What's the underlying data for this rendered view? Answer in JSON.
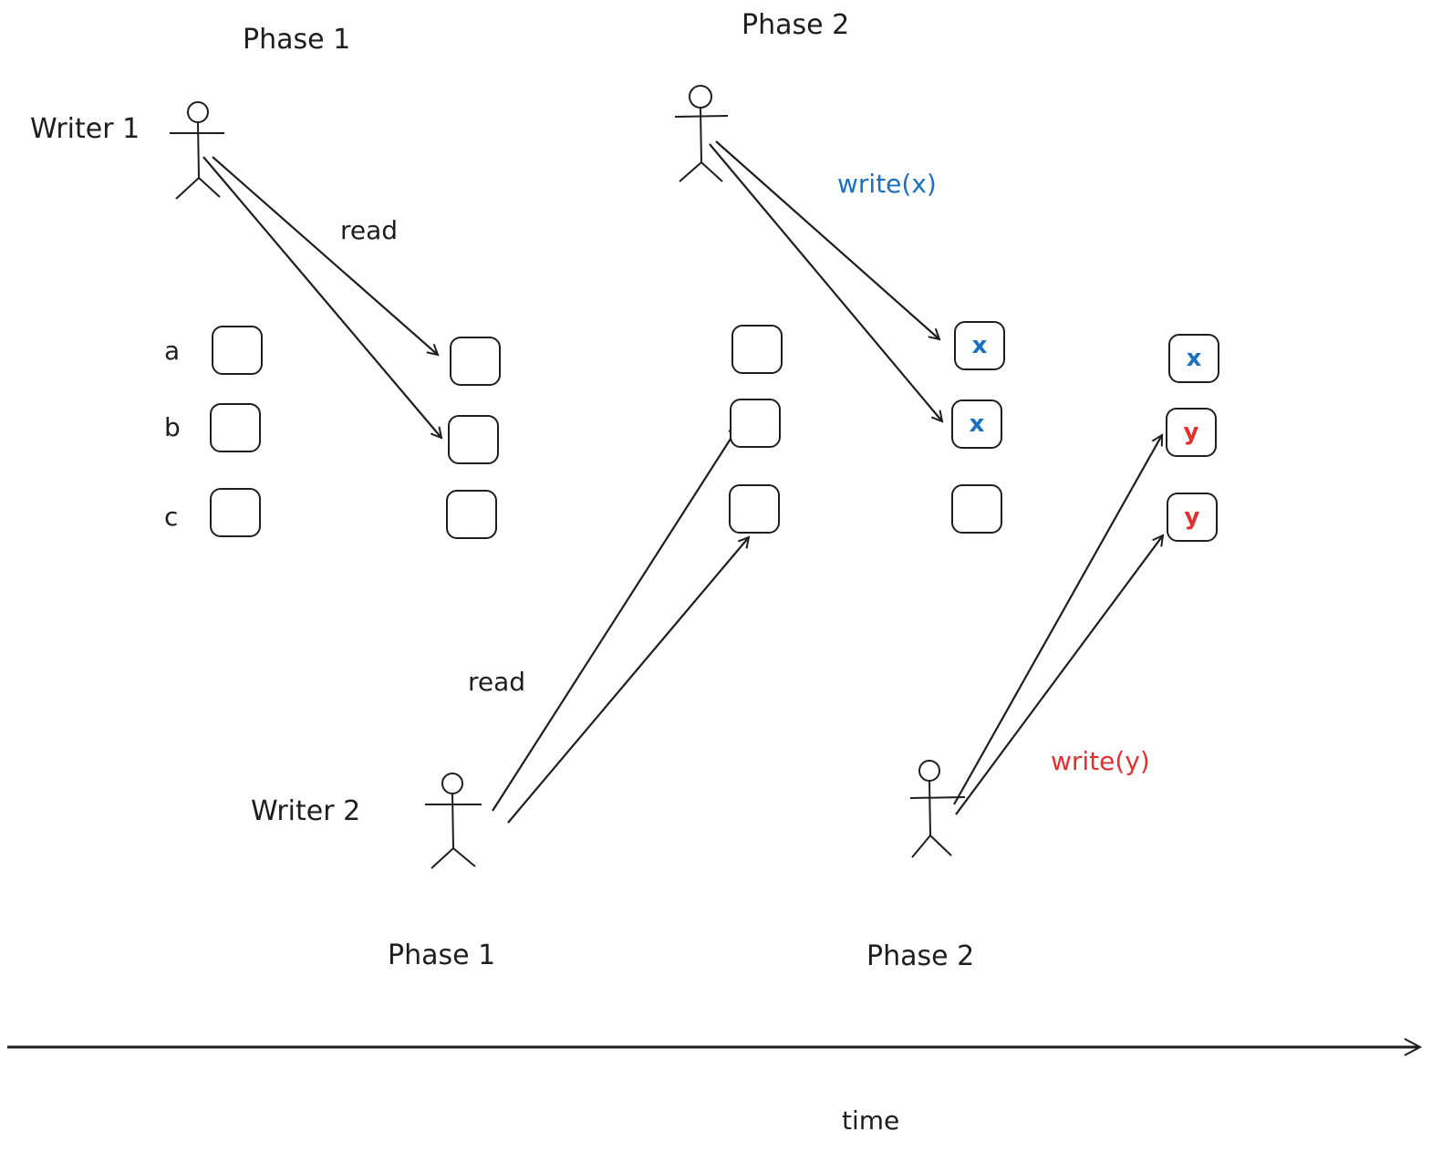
{
  "colors": {
    "ink": "#1e1e1e",
    "write_x": "#1971c2",
    "write_y": "#e03131"
  },
  "top": {
    "phase1_label": "Phase 1",
    "phase2_label": "Phase 2",
    "writer1_label": "Writer 1",
    "read_label": "read",
    "write_label": "write(x)"
  },
  "bottom": {
    "writer2_label": "Writer 2",
    "read_label": "read",
    "write_label": "write(y)",
    "phase1_label": "Phase 1",
    "phase2_label": "Phase 2"
  },
  "row_labels": [
    "a",
    "b",
    "c"
  ],
  "columns": [
    {
      "name": "initial",
      "cells": [
        "",
        "",
        ""
      ]
    },
    {
      "name": "writer1-phase1",
      "cells": [
        "",
        "",
        ""
      ]
    },
    {
      "name": "writer2-phase1",
      "cells": [
        "",
        "",
        ""
      ]
    },
    {
      "name": "writer1-phase2",
      "cells": [
        "x",
        "x",
        ""
      ]
    },
    {
      "name": "writer2-phase2",
      "cells": [
        "x",
        "y",
        "y"
      ]
    }
  ],
  "timeline": {
    "label": "time"
  }
}
